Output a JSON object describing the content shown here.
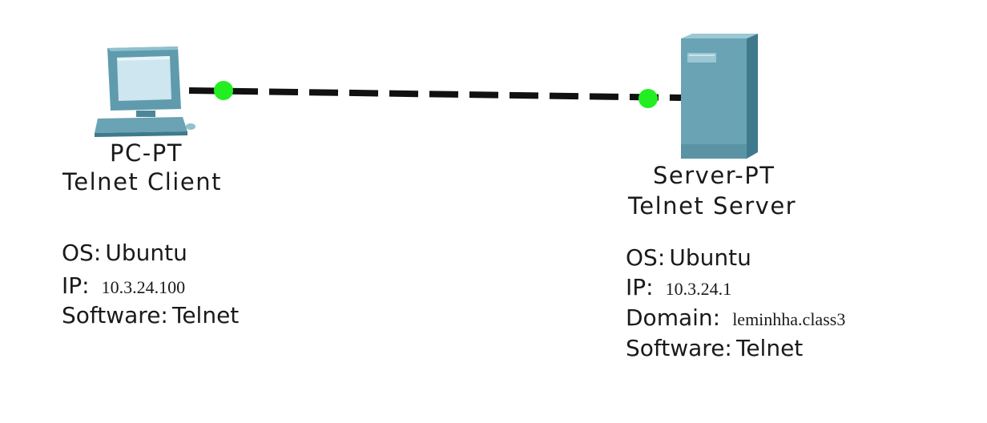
{
  "colors": {
    "link": "#111111",
    "port_up": "#22ee22",
    "device_fill": "#6aa3b3",
    "device_dark": "#3f7a8c"
  },
  "client": {
    "icon": "pc-icon",
    "name": "PC-PT",
    "role": "Telnet Client",
    "os_label": "OS:",
    "os_value": "Ubuntu",
    "ip_label": "IP:",
    "ip_value": "10.3.24.100",
    "software_label": "Software:",
    "software_value": "Telnet"
  },
  "server": {
    "icon": "server-icon",
    "name": "Server-PT",
    "role": "Telnet Server",
    "os_label": "OS:",
    "os_value": "Ubuntu",
    "ip_label": "IP:",
    "ip_value": "10.3.24.1",
    "domain_label": "Domain:",
    "domain_value": "leminhha.class3",
    "software_label": "Software:",
    "software_value": "Telnet"
  },
  "link": {
    "style": "dashed",
    "status": "up"
  }
}
